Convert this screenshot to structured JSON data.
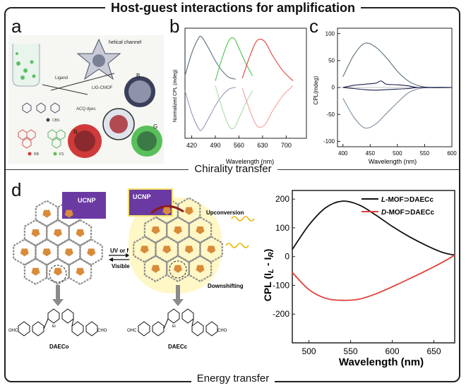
{
  "header": {
    "title": "Host-guest interactions for amplification"
  },
  "sections": {
    "middle_label": "Chirality transfer",
    "bottom_label": "Energy transfer"
  },
  "panels": {
    "a": "a",
    "b": "b",
    "c": "c",
    "d": "d"
  },
  "panel_a": {
    "labels": [
      "helical channel",
      "Ligand",
      "LIG-CMOF",
      "ACQ dyes",
      "B",
      "R",
      "G",
      "CBS",
      "RB",
      "FS"
    ]
  },
  "panel_d_scheme": {
    "ucnp_left": "UCNP",
    "ucnp_right": "UCNP",
    "arrow_top": "UV or NIR",
    "arrow_bottom": "Visible",
    "upconversion": "Upconversion",
    "downshifting": "Downshifting",
    "left_molecule": "DAECo",
    "right_molecule": "DAECc",
    "cho": "CHO",
    "ohc": "OHC",
    "et": "Et"
  },
  "colors": {
    "black": "#111111",
    "red": "#e0403a",
    "green": "#4fc24f",
    "slate": "#5a6f7d",
    "purple": "#6a3aa2",
    "orange": "#d98b3a"
  },
  "chart_data": [
    {
      "type": "line",
      "panel": "b",
      "xlabel": "Wavelength (nm)",
      "ylabel": "Normalized CPL (mdeg)",
      "xlim": [
        400,
        760
      ],
      "xticks": [
        420,
        490,
        560,
        630,
        700
      ],
      "series": [
        {
          "color": "#5a6f7d",
          "x": [
            400,
            420,
            440,
            450,
            470,
            490,
            510,
            530,
            550
          ],
          "y": [
            0.15,
            0.6,
            0.9,
            0.92,
            0.7,
            0.45,
            0.25,
            0.12,
            0.08
          ]
        },
        {
          "color": "#9a93b8",
          "x": [
            400,
            420,
            440,
            450,
            470,
            490,
            510,
            530,
            550
          ],
          "y": [
            -0.15,
            -0.6,
            -0.9,
            -0.93,
            -0.7,
            -0.45,
            -0.25,
            -0.12,
            -0.08
          ]
        },
        {
          "color": "#4fc24f",
          "x": [
            490,
            510,
            530,
            545,
            560,
            580,
            600
          ],
          "y": [
            0.05,
            0.5,
            0.85,
            0.9,
            0.7,
            0.4,
            0.15
          ]
        },
        {
          "color": "#a8dca8",
          "x": [
            490,
            510,
            530,
            545,
            560,
            580,
            600
          ],
          "y": [
            -0.05,
            -0.5,
            -0.85,
            -0.9,
            -0.7,
            -0.4,
            -0.15
          ]
        },
        {
          "color": "#e0403a",
          "x": [
            570,
            590,
            610,
            625,
            640,
            660,
            690,
            720
          ],
          "y": [
            0.1,
            0.5,
            0.82,
            0.88,
            0.8,
            0.55,
            0.25,
            0.05
          ]
        },
        {
          "color": "#f0a09c",
          "x": [
            570,
            590,
            610,
            625,
            640,
            660,
            690,
            720
          ],
          "y": [
            -0.1,
            -0.5,
            -0.82,
            -0.88,
            -0.8,
            -0.55,
            -0.25,
            -0.05
          ]
        }
      ]
    },
    {
      "type": "line",
      "panel": "c",
      "xlabel": "Wavelength (nm)",
      "ylabel": "CPL(mdeg)",
      "xlim": [
        390,
        600
      ],
      "ylim": [
        -110,
        110
      ],
      "xticks": [
        400,
        450,
        500,
        550,
        600
      ],
      "yticks": [
        100,
        50,
        0,
        -50,
        -100
      ],
      "series": [
        {
          "color": "#5a6f7d",
          "x": [
            400,
            420,
            440,
            460,
            480,
            500,
            520,
            540,
            560,
            600
          ],
          "y": [
            20,
            60,
            82,
            75,
            55,
            30,
            12,
            3,
            0,
            0
          ]
        },
        {
          "color": "#7d8fa0",
          "x": [
            400,
            420,
            440,
            460,
            480,
            500,
            520,
            540,
            560,
            600
          ],
          "y": [
            -20,
            -55,
            -75,
            -68,
            -48,
            -28,
            -10,
            -2,
            0,
            0
          ]
        },
        {
          "color": "#1a1f4a",
          "x": [
            400,
            420,
            440,
            460,
            470,
            480,
            500,
            520,
            540,
            600
          ],
          "y": [
            0,
            4,
            6,
            8,
            12,
            6,
            5,
            3,
            0,
            0
          ]
        },
        {
          "color": "#1a1f4a",
          "x": [
            400,
            420,
            440,
            460,
            480,
            500,
            520,
            540,
            600
          ],
          "y": [
            0,
            -2,
            -4,
            -5,
            -4,
            -3,
            -2,
            0,
            0
          ]
        }
      ]
    },
    {
      "type": "line",
      "panel": "d",
      "xlabel": "Wavelength (nm)",
      "ylabel_main": "CPL (",
      "ylabel_sub_l": "L",
      "ylabel_minus": " - ",
      "ylabel_sub_r": "R",
      "ylabel_end": ")",
      "ylabel_i": "I",
      "xlim": [
        480,
        675
      ],
      "ylim": [
        -300,
        230
      ],
      "xticks": [
        500,
        550,
        600,
        650
      ],
      "yticks": [
        200,
        100,
        0,
        -100,
        -200
      ],
      "legend": "top-right",
      "series": [
        {
          "name_prefix": "L",
          "name_suffix": "-MOF⊃DAECc",
          "color": "#111111",
          "x": [
            480,
            500,
            520,
            540,
            560,
            580,
            600,
            620,
            640,
            660,
            675
          ],
          "y": [
            25,
            110,
            170,
            193,
            180,
            145,
            105,
            70,
            40,
            15,
            5
          ]
        },
        {
          "name_prefix": "D",
          "name_suffix": "-MOF⊃DAECc",
          "color": "#e0403a",
          "x": [
            480,
            500,
            520,
            540,
            560,
            580,
            600,
            620,
            640,
            660,
            675
          ],
          "y": [
            -55,
            -115,
            -145,
            -152,
            -148,
            -130,
            -105,
            -78,
            -50,
            -20,
            5
          ]
        }
      ]
    }
  ]
}
